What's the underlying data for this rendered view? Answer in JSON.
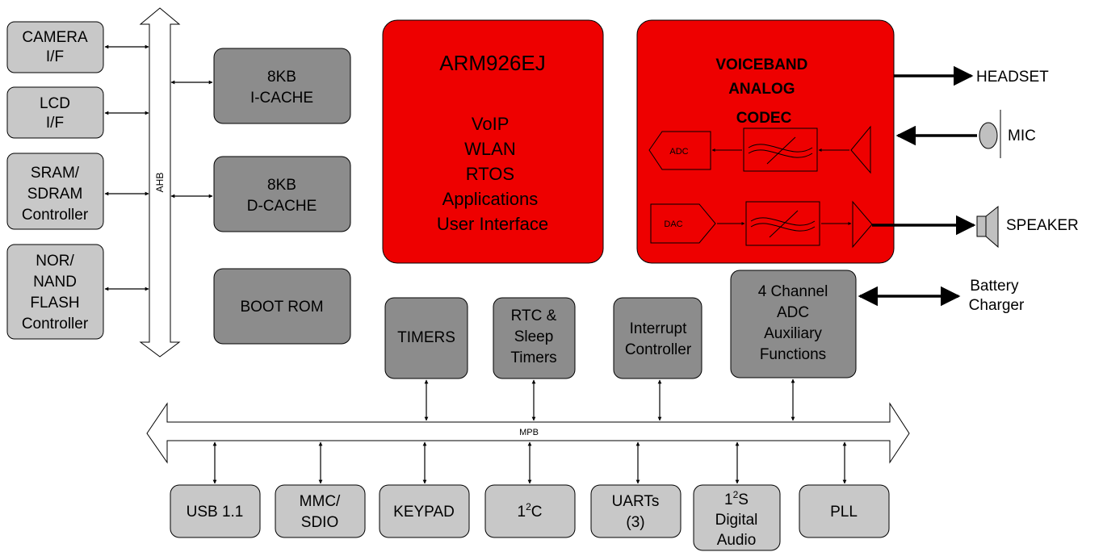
{
  "left_blocks": [
    {
      "lines": [
        "CAMERA",
        "I/F"
      ]
    },
    {
      "lines": [
        "LCD",
        "I/F"
      ]
    },
    {
      "lines": [
        "SRAM/",
        "SDRAM",
        "Controller"
      ]
    },
    {
      "lines": [
        "NOR/",
        "NAND",
        "FLASH",
        "Controller"
      ]
    }
  ],
  "ahb_label": "AHB",
  "cache_blocks": [
    {
      "lines": [
        "8KB",
        "I-CACHE"
      ]
    },
    {
      "lines": [
        "8KB",
        "D-CACHE"
      ]
    },
    {
      "lines": [
        "BOOT ROM"
      ]
    }
  ],
  "arm": {
    "title": "ARM926EJ",
    "lines": [
      "VoIP",
      "WLAN",
      "RTOS",
      "Applications",
      "User Interface"
    ]
  },
  "codec": {
    "title_lines": [
      "VOICEBAND",
      "ANALOG",
      "CODEC"
    ],
    "adc": "ADC",
    "dac": "DAC"
  },
  "external": {
    "headset": "HEADSET",
    "mic": "MIC",
    "speaker": "SPEAKER",
    "battery_lines": [
      "Battery",
      "Charger"
    ]
  },
  "mid_blocks": [
    {
      "lines": [
        "TIMERS"
      ]
    },
    {
      "lines": [
        "RTC &",
        "Sleep",
        "Timers"
      ]
    },
    {
      "lines": [
        "Interrupt",
        "Controller"
      ]
    },
    {
      "lines": [
        "4 Channel",
        "ADC",
        "Auxiliary",
        "Functions"
      ]
    }
  ],
  "mpb_label": "MPB",
  "bottom_blocks": [
    {
      "lines": [
        "USB 1.1"
      ]
    },
    {
      "lines": [
        "MMC/",
        "SDIO"
      ]
    },
    {
      "lines": [
        "KEYPAD"
      ]
    },
    {
      "lines": [
        "1",
        "2",
        "C"
      ]
    },
    {
      "lines": [
        "UARTs",
        "(3)"
      ]
    },
    {
      "lines": [
        "1",
        "2",
        "S",
        "Digital",
        "Audio"
      ]
    },
    {
      "lines": [
        "PLL"
      ]
    }
  ],
  "colors": {
    "red": "#ee0000",
    "dark_gray": "#8c8c8c",
    "light_gray": "#c8c8c8"
  }
}
